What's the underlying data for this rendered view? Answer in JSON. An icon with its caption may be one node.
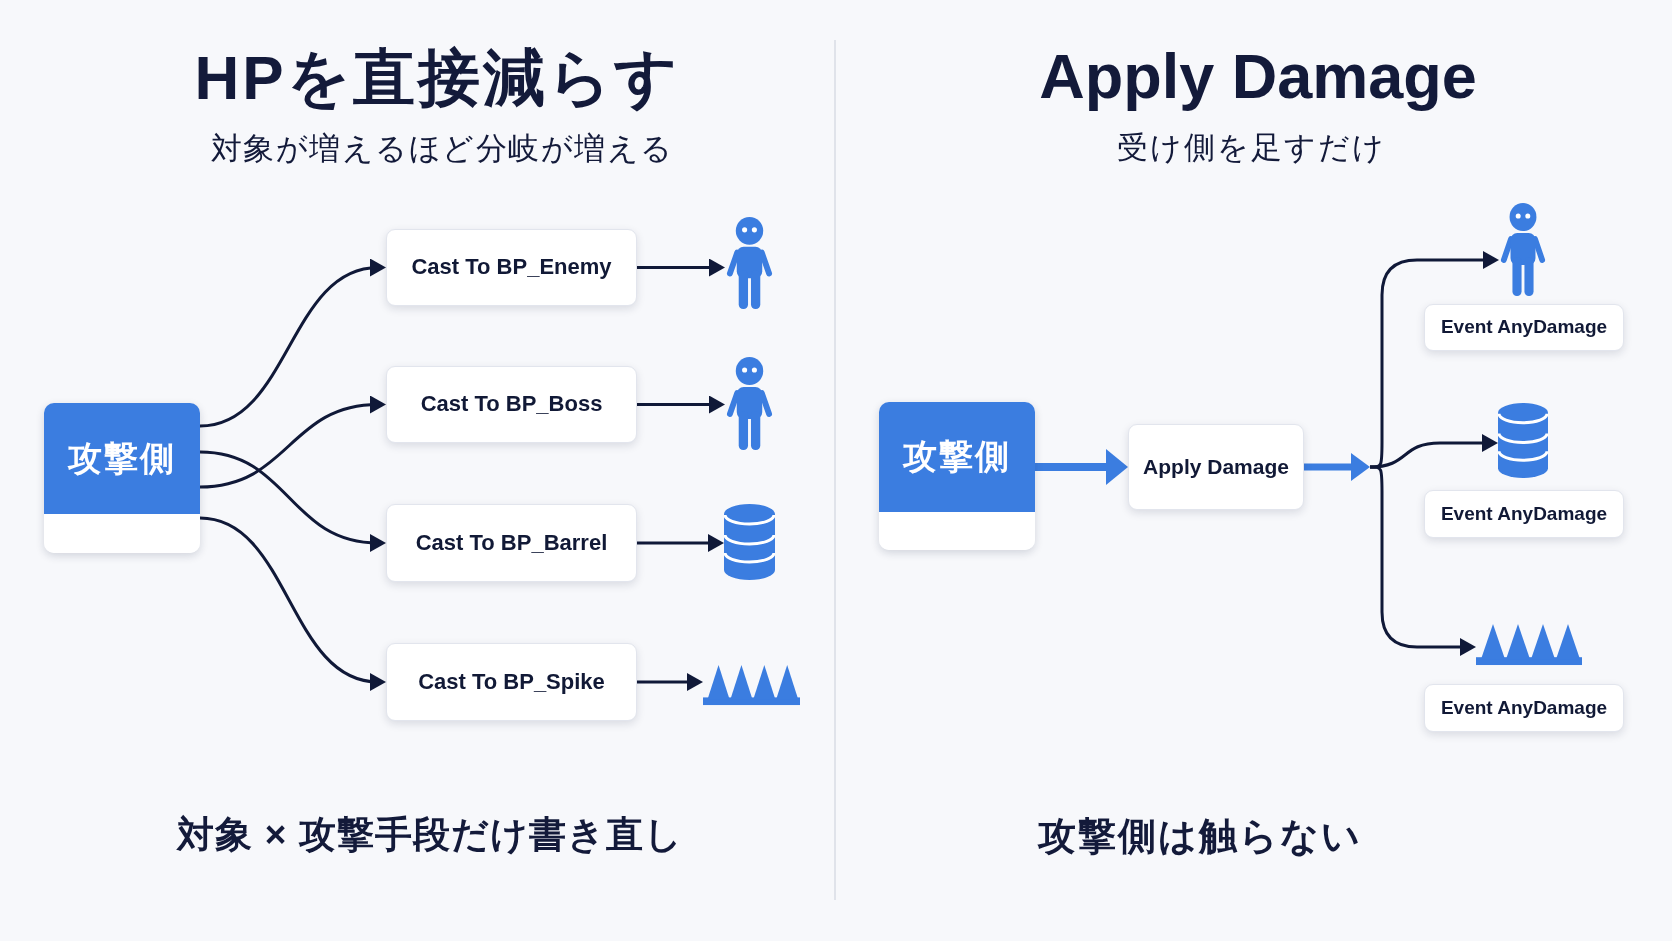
{
  "diagram": {
    "nodes": [
      {
        "text": [
          "攻撃側"
        ]
      },
      {
        "text": [
          "Cast To BP_Enemy"
        ]
      },
      {
        "text": [],
        "shape": "person"
      },
      {
        "text": [
          "Cast To BP_Boss"
        ]
      },
      {
        "text": [],
        "shape": "person"
      },
      {
        "text": [
          "Cast To BP_Barrel"
        ]
      },
      {
        "text": [],
        "shape": "cylinder"
      },
      {
        "text": [
          "Cast To BP_Spike"
        ]
      },
      {
        "text": [],
        "shape": "picture"
      },
      {
        "text": [
          "攻撃側"
        ]
      },
      {
        "text": [
          "Apply Damage"
        ]
      },
      {
        "text": [],
        "shape": "person"
      },
      {
        "text": [
          "Event AnyDamage"
        ]
      },
      {
        "text": [],
        "shape": "cylinder"
      },
      {
        "text": [
          "Event AnyDamage"
        ]
      },
      {
        "text": [],
        "shape": "picture"
      },
      {
        "text": [
          "Event AnyDamage"
        ]
      }
    ],
    "edges": [
      {
        "from": 0,
        "to": 1,
        "arrow": "to"
      },
      {
        "from": 0,
        "to": 3,
        "arrow": "to"
      },
      {
        "from": 0,
        "to": 5,
        "arrow": "to"
      },
      {
        "from": 0,
        "to": 7,
        "arrow": "to"
      },
      {
        "from": 1,
        "to": 2,
        "arrow": "to"
      },
      {
        "from": 3,
        "to": 4,
        "arrow": "to"
      },
      {
        "from": 5,
        "to": 6,
        "arrow": "to"
      },
      {
        "from": 7,
        "to": 8,
        "arrow": "to"
      },
      {
        "from": 9,
        "to": 10,
        "arrow": "to",
        "style": "thick",
        "color": "#3b7de0"
      },
      {
        "from": 10,
        "to": 11,
        "arrow": "to"
      },
      {
        "from": 10,
        "to": 13,
        "arrow": "to"
      },
      {
        "from": 10,
        "to": 15,
        "arrow": "to"
      }
    ],
    "labels": [
      "HPを直接減らす",
      "対象が増えるほど分岐が増える",
      "Apply Damage",
      "受け側を足すだけ",
      "対象 × 攻撃手段だけ書き直し",
      "攻撃側は触らない"
    ]
  }
}
